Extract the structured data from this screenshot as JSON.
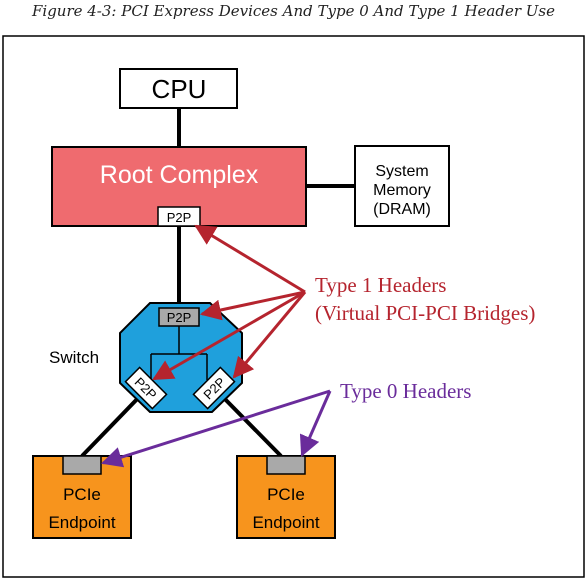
{
  "figure": {
    "caption": "Figure 4-3: PCI Express Devices And Type 0 And Type 1 Header Use"
  },
  "nodes": {
    "cpu": "CPU",
    "root_complex": "Root Complex",
    "root_p2p": "P2P",
    "system_memory": [
      "System",
      "Memory",
      "(DRAM)"
    ],
    "switch_label": "Switch",
    "switch_p2p_top": "P2P",
    "switch_p2p_left": "P2P",
    "switch_p2p_right": "P2P",
    "endpoint_left": [
      "PCIe",
      "Endpoint"
    ],
    "endpoint_right": [
      "PCIe",
      "Endpoint"
    ]
  },
  "annotations": {
    "type1_line1": "Type 1 Headers",
    "type1_line2": "(Virtual PCI-PCI Bridges)",
    "type0": "Type 0 Headers"
  },
  "colors": {
    "root_complex_fill": "#ef6b6f",
    "switch_fill": "#1fa0dc",
    "endpoint_fill": "#f7941d",
    "port_gray": "#a9a9a9",
    "type1_arrow": "#b5242e",
    "type0_arrow": "#6a2c9b"
  }
}
